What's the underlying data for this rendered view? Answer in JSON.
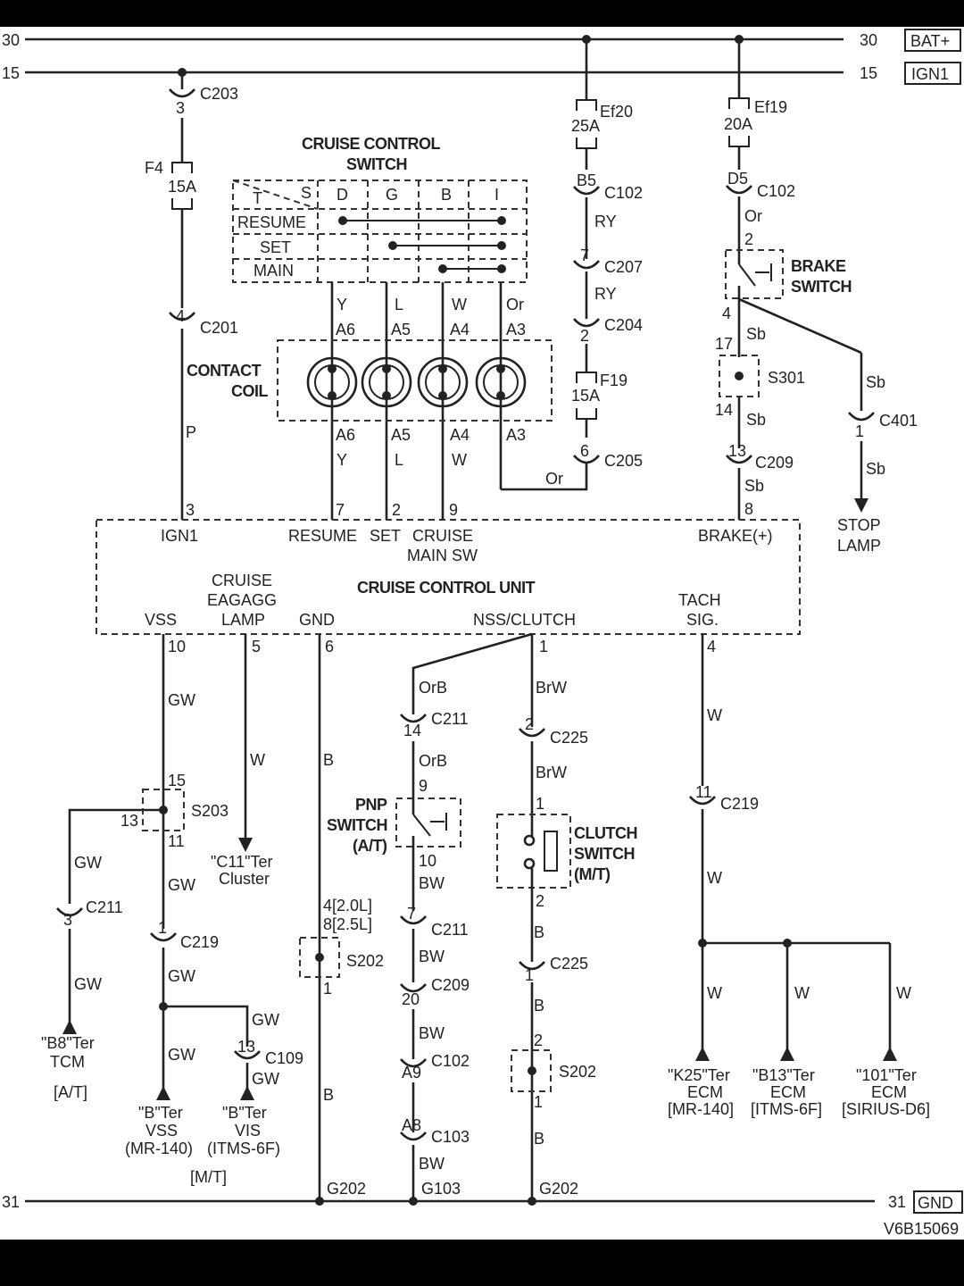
{
  "rails": {
    "r30_left": "30",
    "r30_right": "30",
    "bat": "BAT+",
    "r15_left": "15",
    "r15_right": "15",
    "ign": "IGN1",
    "r31_left": "31",
    "r31_right": "31",
    "gnd": "GND"
  },
  "doc_code": "V6B15069",
  "cruise_switch": {
    "title1": "CRUISE CONTROL",
    "title2": "SWITCH",
    "cols": [
      "S",
      "D",
      "G",
      "B",
      "I"
    ],
    "corner": "T",
    "rows": [
      "RESUME",
      "SET",
      "MAIN"
    ]
  },
  "contact_coil": {
    "l1": "CONTACT",
    "l2": "COIL"
  },
  "brake_switch": {
    "l1": "BRAKE",
    "l2": "SWITCH"
  },
  "pnp_switch": {
    "l1": "PNP",
    "l2": "SWITCH",
    "l3": "(A/T)"
  },
  "clutch_switch": {
    "l1": "CLUTCH",
    "l2": "SWITCH",
    "l3": "(M/T)"
  },
  "unit": {
    "title": "CRUISE CONTROL UNIT",
    "ign1": "IGN1",
    "resume": "RESUME",
    "set": "SET",
    "cruise1": "CRUISE",
    "cruise2": "MAIN SW",
    "brake": "BRAKE(+)",
    "vss": "VSS",
    "lamp1": "CRUISE",
    "lamp2": "EAGAGG",
    "lamp3": "LAMP",
    "gnd": "GND",
    "nss": "NSS/CLUTCH",
    "tach1": "TACH",
    "tach2": "SIG.",
    "pins": {
      "p3": "3",
      "p7": "7",
      "p2": "2",
      "p9": "9",
      "p8": "8",
      "p10": "10",
      "p5": "5",
      "p6": "6",
      "p1": "1",
      "p4": "4"
    }
  },
  "connectors": {
    "c203": "C203",
    "c203n": "3",
    "c201": "C201",
    "c201n": "4",
    "f4": "F4",
    "f4a": "15A",
    "ef20": "Ef20",
    "ef20a": "25A",
    "ef19": "Ef19",
    "ef19a": "20A",
    "b5": "B5",
    "c102a": "C102",
    "d5": "D5",
    "c102b": "C102",
    "c207n": "7",
    "c207": "C207",
    "c204n": "2",
    "c204": "C204",
    "f19": "F19",
    "f19a": "15A",
    "c205n": "6",
    "c205": "C205",
    "bs2": "2",
    "bs4": "4",
    "s301": "S301",
    "s301t": "17",
    "s301b": "14",
    "c209n": "13",
    "c209": "C209",
    "c401n": "1",
    "c401": "C401",
    "ca6": "A6",
    "ca5": "A5",
    "ca4": "A4",
    "ca3": "A3",
    "cb6": "A6",
    "cb5": "A5",
    "cb4": "A4",
    "cb3": "A3",
    "s203": "S203",
    "s203t": "15",
    "s203l": "13",
    "s203b": "11",
    "c211a": "C211",
    "c211an": "3",
    "c219a": "C219",
    "c219an": "1",
    "c109": "C109",
    "c109n": "13",
    "s202a": "S202",
    "s202at1": "4[2.0L]",
    "s202at2": "8[2.5L]",
    "s202ab": "1",
    "c211b": "C211",
    "c211bn": "14",
    "pnp9": "9",
    "pnp10": "10",
    "c211c": "C211",
    "c211cn": "7",
    "c209b": "C209",
    "c209bn": "20",
    "c102c": "C102",
    "c102cn": "A9",
    "c103": "C103",
    "c103n": "A8",
    "c225a": "C225",
    "c225an": "2",
    "cl1": "1",
    "cl2": "2",
    "c225b": "C225",
    "c225bn": "1",
    "s202b": "S202",
    "s202bt": "2",
    "s202bb": "1",
    "c219b": "C219",
    "c219bn": "11",
    "g202a": "G202",
    "g103": "G103",
    "g202b": "G202"
  },
  "wires": {
    "y1": "Y",
    "l1": "L",
    "w1": "W",
    "or1": "Or",
    "y2": "Y",
    "l2": "L",
    "w2": "W",
    "or2": "Or",
    "p": "P",
    "ry1": "RY",
    "ry2": "RY",
    "or3": "Or",
    "sb1": "Sb",
    "sb2": "Sb",
    "sb3": "Sb",
    "sb4": "Sb",
    "sb5": "Sb",
    "gw1": "GW",
    "gw2": "GW",
    "gw3": "GW",
    "gw4": "GW",
    "gw5": "GW",
    "gw6": "GW",
    "gw7": "GW",
    "gw8": "GW",
    "w_lamp": "W",
    "b1": "B",
    "b2": "B",
    "orb1": "OrB",
    "orb2": "OrB",
    "bw1": "BW",
    "bw2": "BW",
    "bw3": "BW",
    "bw4": "BW",
    "brw1": "BrW",
    "brw2": "BrW",
    "b3": "B",
    "b4": "B",
    "b5": "B",
    "w_t1": "W",
    "w_t2": "W",
    "w_t3": "W",
    "w_t4": "W",
    "w_t5": "W"
  },
  "destinations": {
    "stop1": "STOP",
    "stop2": "LAMP",
    "cl1": "\"C11\"Ter",
    "cl2": "Cluster",
    "tcm1": "\"B8\"Ter",
    "tcm2": "TCM",
    "tcm3": "[A/T]",
    "vss1": "\"B\"Ter",
    "vss2": "VSS",
    "vss3": "(MR-140)",
    "vis1": "\"B\"Ter",
    "vis2": "VIS",
    "vis3": "(ITMS-6F)",
    "mt": "[M/T]",
    "e1a": "\"K25\"Ter",
    "e1b": "ECM",
    "e1c": "[MR-140]",
    "e2a": "\"B13\"Ter",
    "e2b": "ECM",
    "e2c": "[ITMS-6F]",
    "e3a": "\"101\"Ter",
    "e3b": "ECM",
    "e3c": "[SIRIUS-D6]"
  }
}
